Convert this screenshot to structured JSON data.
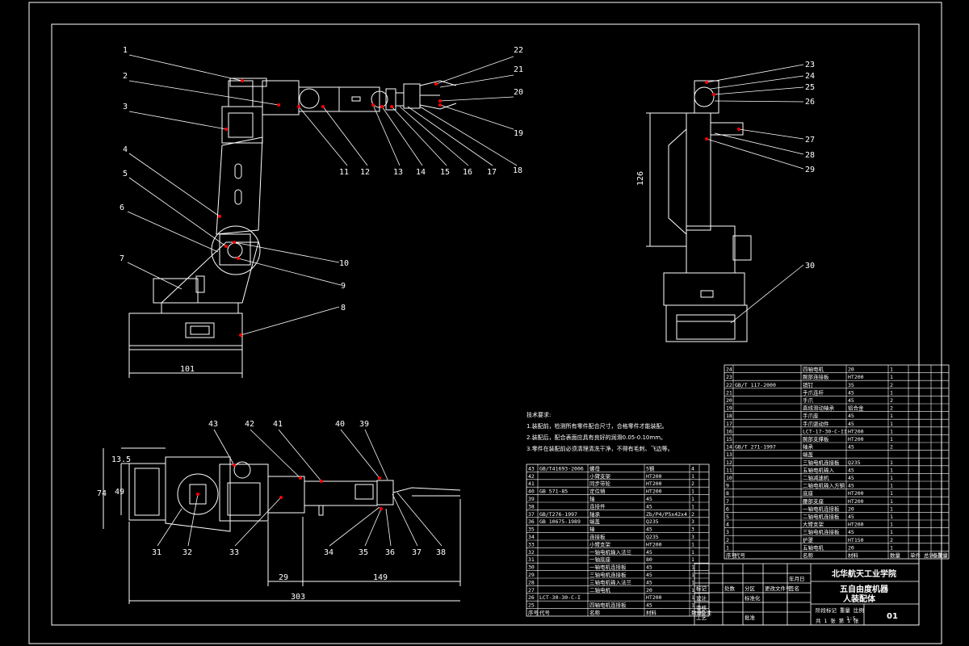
{
  "colors": {
    "paper": "#ffffff",
    "background": "#000000",
    "lines": "#ffffff",
    "leader_dot": "#ff0000"
  },
  "side_view": {
    "labels_left": [
      "1",
      "2",
      "3",
      "4",
      "5",
      "6",
      "7"
    ],
    "labels_right": [
      "10",
      "9",
      "8"
    ],
    "labels_bottom": [
      "11",
      "12",
      "13",
      "14",
      "15",
      "16",
      "17",
      "18"
    ],
    "labels_tip": [
      "22",
      "21",
      "20",
      "19"
    ],
    "dim_base": "101"
  },
  "front_view": {
    "labels": [
      "23",
      "24",
      "25",
      "26",
      "27",
      "28",
      "29",
      "30"
    ],
    "dim_height": "126"
  },
  "top_view": {
    "labels_top": [
      "43",
      "42",
      "41",
      "40",
      "39"
    ],
    "labels_bottom": [
      "31",
      "32",
      "33",
      "34",
      "35",
      "36",
      "37",
      "38"
    ],
    "dim_left_a": "13.5",
    "dim_left_b": "74",
    "dim_left_c": "49",
    "dim_29": "29",
    "dim_149": "149",
    "dim_303": "303"
  },
  "notes": {
    "title": "技术要求:",
    "lines": [
      "1.装配前，检测所有零件配合尺寸，合格零件才能装配。",
      "2.装配后，配合表面应具有良好的润滑0.05-0.10mm。",
      "3.零件在装配前必须清理清洗干净，不得有毛刺、飞边等。"
    ]
  },
  "parts_left": [
    [
      "43",
      "GB/T41693-2006",
      "螺母",
      "5钢",
      "4",
      ""
    ],
    [
      "42",
      "",
      "小臂支架",
      "HT200",
      "1",
      ""
    ],
    [
      "41",
      "",
      "同步带轮",
      "HT200",
      "2",
      ""
    ],
    [
      "40",
      "GB 571-85",
      "定位销",
      "HT200",
      "1",
      ""
    ],
    [
      "39",
      "",
      "轴",
      "45",
      "1",
      ""
    ],
    [
      "38",
      "",
      "连接件",
      "45",
      "1",
      ""
    ],
    [
      "37",
      "GB/T276-1997",
      "轴承",
      "Zb/P4/P5x42x4",
      "2",
      ""
    ],
    [
      "36",
      "GB 10675-1989",
      "端盖",
      "Q235",
      "3",
      ""
    ],
    [
      "35",
      "",
      "轴",
      "45",
      "3",
      ""
    ],
    [
      "34",
      "",
      "连接板",
      "Q235",
      "3",
      ""
    ],
    [
      "33",
      "",
      "小臂支架",
      "HT200",
      "1",
      ""
    ],
    [
      "32",
      "",
      "一轴电机输入法兰",
      "45",
      "1",
      ""
    ],
    [
      "31",
      "",
      "一轴底座",
      "80",
      "1",
      ""
    ],
    [
      "30",
      "",
      "一轴电机连接板",
      "45",
      "1",
      ""
    ],
    [
      "29",
      "",
      "三轴电机连接板",
      "45",
      "1",
      ""
    ],
    [
      "28",
      "",
      "三轴电机输入法兰",
      "45",
      "1",
      ""
    ],
    [
      "27",
      "",
      "二轴电机",
      "20",
      "1",
      ""
    ],
    [
      "26",
      "LCT-30-30-C-I",
      "",
      "HT200",
      "1",
      ""
    ],
    [
      "25",
      "",
      "四轴电机连接板",
      "45",
      "1",
      ""
    ]
  ],
  "parts_left_header": [
    "序号",
    "代号",
    "名称",
    "材料",
    "数量",
    "备注"
  ],
  "parts_right": [
    [
      "24",
      "",
      "四轴电机",
      "20",
      "1",
      ""
    ],
    [
      "23",
      "",
      "腕部连接板",
      "HT200",
      "1",
      ""
    ],
    [
      "22",
      "GB/T 117-2000",
      "销钉",
      "35",
      "2",
      ""
    ],
    [
      "21",
      "",
      "手爪连杆",
      "45",
      "1",
      ""
    ],
    [
      "20",
      "",
      "手爪",
      "45",
      "2",
      ""
    ],
    [
      "19",
      "",
      "直线滑动轴承",
      "铝合金",
      "2",
      ""
    ],
    [
      "18",
      "",
      "手爪座",
      "45",
      "1",
      ""
    ],
    [
      "17",
      "",
      "手爪驱动件",
      "45",
      "1",
      ""
    ],
    [
      "16",
      "",
      "LCT-17-30-C-II",
      "HT200",
      "1",
      ""
    ],
    [
      "15",
      "",
      "腕部支撑板",
      "HT200",
      "1",
      ""
    ],
    [
      "14",
      "GB/T 271-1997",
      "轴承",
      "45",
      "2",
      ""
    ],
    [
      "13",
      "",
      "端盖",
      "",
      "",
      ""
    ],
    [
      "12",
      "",
      "三轴电机连接板",
      "Q235",
      "1",
      ""
    ],
    [
      "11",
      "",
      "五轴电机输入",
      "45",
      "1",
      ""
    ],
    [
      "10",
      "",
      "二轴减速机",
      "45",
      "1",
      ""
    ],
    [
      "9",
      "",
      "二轴电机输入方钢",
      "45",
      "1",
      ""
    ],
    [
      "8",
      "",
      "底座",
      "HT200",
      "1",
      ""
    ],
    [
      "7",
      "",
      "腰部支座",
      "HT200",
      "1",
      ""
    ],
    [
      "6",
      "",
      "一轴电机连接板",
      "20",
      "1",
      ""
    ],
    [
      "5",
      "",
      "二轴电机连接板",
      "45",
      "1",
      ""
    ],
    [
      "4",
      "",
      "大臂支架",
      "HT200",
      "1",
      ""
    ],
    [
      "3",
      "",
      "三轴电机连接板",
      "45",
      "1",
      ""
    ],
    [
      "2",
      "",
      "护罩",
      "HT150",
      "2",
      ""
    ],
    [
      "1",
      "",
      "五轴电机",
      "20",
      "1",
      ""
    ]
  ],
  "parts_right_header": [
    "序号",
    "代号",
    "名称",
    "材料",
    "数量",
    "单件 总计 重量",
    "备注"
  ],
  "title_block": {
    "school": "北华航天工业学院",
    "title_line1": "五自由度机器",
    "title_line2": "人装配体",
    "drawing_no": "01",
    "scale": "1:5",
    "sheet_info": "共 1 张 第 1 张",
    "row_labels": [
      "标记",
      "处数",
      "分区",
      "更改文件号",
      "签名",
      "年月日"
    ],
    "role_labels": [
      "设计",
      "审核",
      "工艺",
      "批准"
    ],
    "std_label": "标准化",
    "stage_label": "阶段标记 重量 比例"
  }
}
